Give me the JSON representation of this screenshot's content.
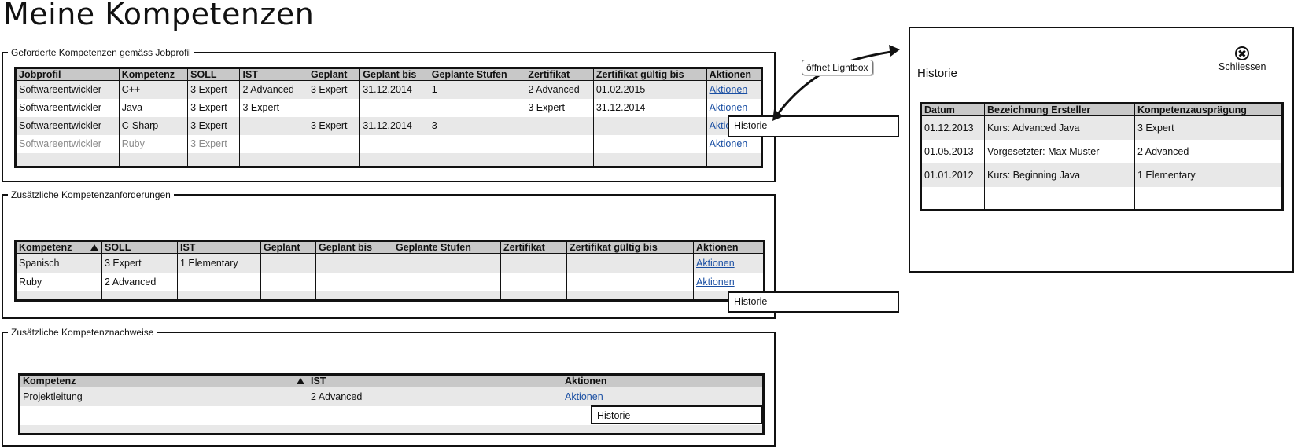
{
  "page": {
    "title": "Meine Kompetenzen"
  },
  "section1": {
    "legend": "Geforderte Kompetenzen gemäss Jobprofil",
    "columns": [
      "Jobprofil",
      "Kompetenz",
      "SOLL",
      "IST",
      "Geplant",
      "Geplant bis",
      "Geplante Stufen",
      "Zertifikat",
      "Zertifikat gültig bis",
      "Aktionen"
    ],
    "rows": [
      [
        "Softwareentwickler",
        "C++",
        "3 Expert",
        "2 Advanced",
        "3 Expert",
        "31.12.2014",
        "1",
        "2 Advanced",
        "01.02.2015",
        "Aktionen"
      ],
      [
        "Softwareentwickler",
        "Java",
        "3 Expert",
        "3 Expert",
        "",
        "",
        "",
        "3 Expert",
        "31.12.2014",
        "Aktionen"
      ],
      [
        "Softwareentwickler",
        "C-Sharp",
        "3 Expert",
        "",
        "3 Expert",
        "31.12.2014",
        "3",
        "",
        "",
        "Aktionen"
      ],
      [
        "Softwareentwickler",
        "Ruby",
        "3 Expert",
        "",
        "",
        "",
        "",
        "",
        "",
        "Aktionen"
      ],
      [
        "",
        "",
        "",
        "",
        "",
        "",
        "",
        "",
        "",
        ""
      ]
    ],
    "popup": "Historie"
  },
  "section2": {
    "legend": "Zusätzliche Kompetenzanforderungen",
    "columns": [
      "Kompetenz",
      "SOLL",
      "IST",
      "Geplant",
      "Geplant bis",
      "Geplante Stufen",
      "Zertifikat",
      "Zertifikat gültig bis",
      "Aktionen"
    ],
    "rows": [
      [
        "Spanisch",
        "3 Expert",
        "1 Elementary",
        "",
        "",
        "",
        "",
        "",
        "Aktionen"
      ],
      [
        "Ruby",
        "2 Advanced",
        "",
        "",
        "",
        "",
        "",
        "",
        "Aktionen"
      ],
      [
        "",
        "",
        "",
        "",
        "",
        "",
        "",
        "",
        ""
      ]
    ],
    "popup": "Historie"
  },
  "section3": {
    "legend": "Zusätzliche Kompetenznachweise",
    "columns": [
      "Kompetenz",
      "IST",
      "Aktionen"
    ],
    "rows": [
      [
        "Projektleitung",
        "2 Advanced",
        "Aktionen"
      ],
      [
        "",
        "",
        ""
      ],
      [
        "",
        "",
        ""
      ]
    ],
    "popup": "Historie"
  },
  "callout": {
    "label": "öffnet Lightbox"
  },
  "lightbox": {
    "title": "Historie",
    "close_label": "Schliessen",
    "close_icon": "close-circle-icon",
    "columns": [
      "Datum",
      "Bezeichnung Ersteller",
      "Kompetenzausprägung"
    ],
    "rows": [
      [
        "01.12.2013",
        "Kurs: Advanced Java",
        "3 Expert"
      ],
      [
        "01.05.2013",
        "Vorgesetzter: Max Muster",
        "2 Advanced"
      ],
      [
        "01.01.2012",
        "Kurs: Beginning Java",
        "1 Elementary"
      ],
      [
        "",
        "",
        ""
      ]
    ]
  },
  "colors": {
    "link": "#1a4fa3",
    "header_bg": "#c8c8c8",
    "row_alt_bg": "#e8e8e8",
    "muted_text": "#8a8a8a"
  }
}
